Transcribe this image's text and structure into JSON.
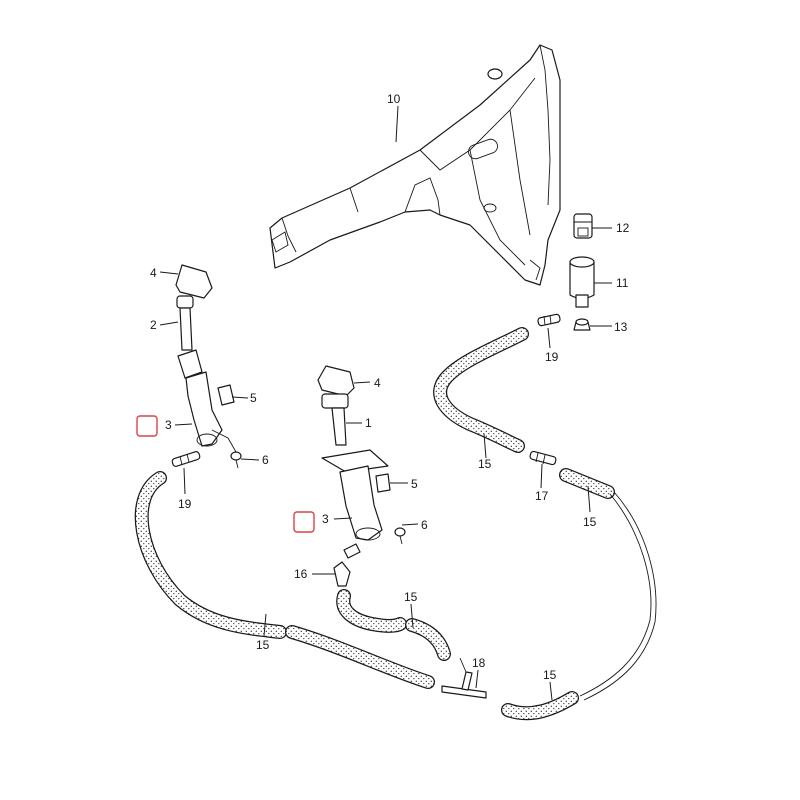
{
  "highlight_color": "#e0404a",
  "callouts": {
    "c10": "10",
    "c12": "12",
    "c11": "11",
    "c13": "13",
    "c4a": "4",
    "c2": "2",
    "c5a": "5",
    "c3a": "3",
    "c6a": "6",
    "c19a": "19",
    "c4b": "4",
    "c1": "1",
    "c5b": "5",
    "c3b": "3",
    "c6b": "6",
    "c16": "16",
    "c19b": "19",
    "c15a": "15",
    "c17": "17",
    "c15b": "15",
    "c15c": "15",
    "c15d": "15",
    "c18": "18",
    "c15e": "15"
  }
}
